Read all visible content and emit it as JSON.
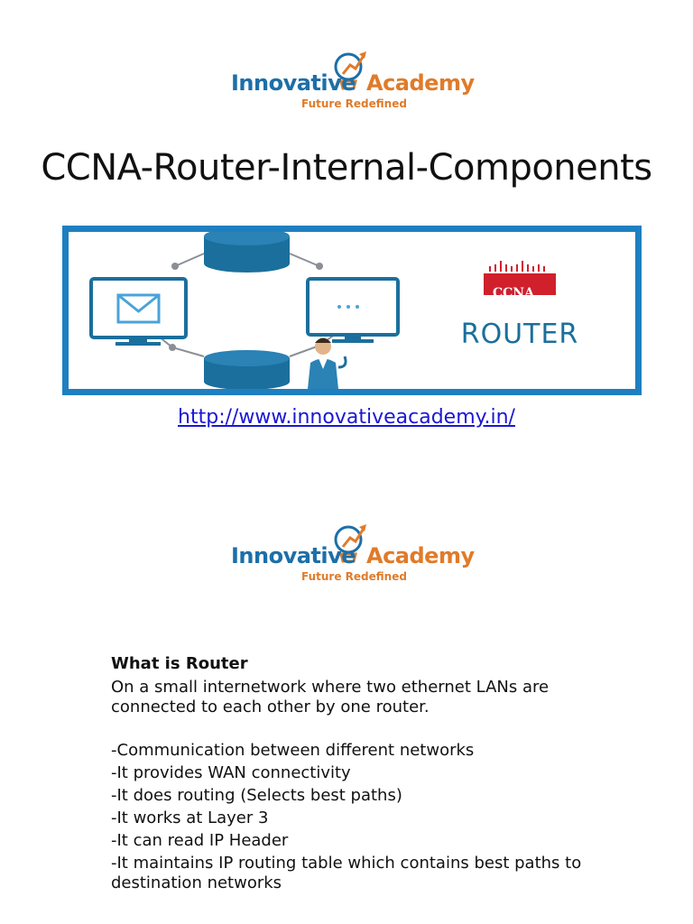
{
  "logo": {
    "brand_left": "Innovative",
    "brand_right": "Academy",
    "tagline": "Future Redefined",
    "colors": {
      "blue": "#1d6fa8",
      "orange": "#e07b2a"
    }
  },
  "title": "CCNA-Router-Internal-Components",
  "banner": {
    "badge": "CCNA",
    "label": "ROUTER",
    "dots": "...",
    "icons": [
      "envelope-monitor-icon",
      "chat-monitor-icon",
      "database-cylinder-icon",
      "person-icon",
      "cisco-bars-icon"
    ],
    "colors": {
      "border": "#1e7fc0",
      "accent": "#1b6f9c",
      "badge_red": "#d0202c"
    }
  },
  "link": "http://www.innovativeacademy.in/",
  "content": {
    "heading": "What is Router",
    "intro": "On a small internetwork where two ethernet LANs are connected to each other by one router.",
    "points": [
      "-Communication between different networks",
      "-It provides WAN connectivity",
      "-It does routing (Selects best paths)",
      "-It works at Layer 3",
      "-It can read IP Header",
      "-It maintains IP routing table which contains best paths to destination networks"
    ]
  }
}
